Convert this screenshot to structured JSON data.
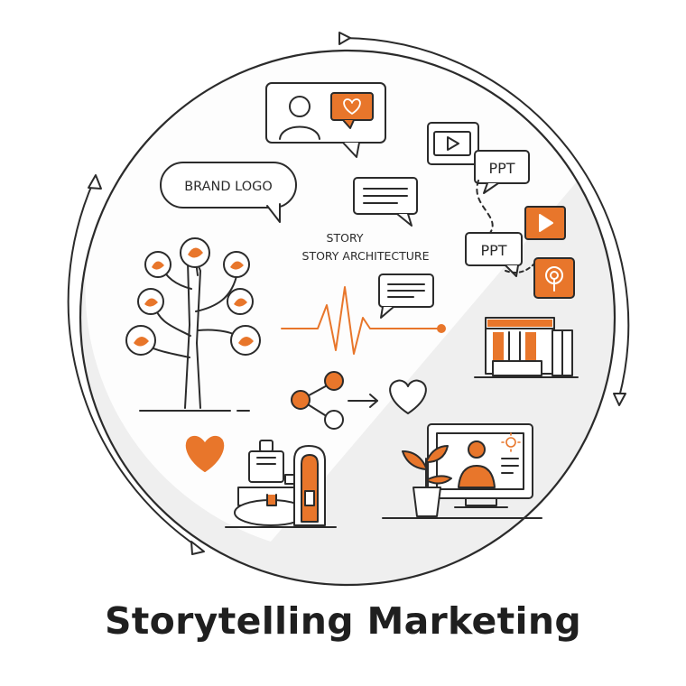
{
  "illustration": {
    "brand_logo_label": "BRAND LOGO",
    "story_label": "STORY",
    "story_architecture_label": "STORY ARCHITECTURE",
    "ppt_label_1": "PPT",
    "ppt_label_2": "PPT"
  },
  "caption": "Storytelling Marketing",
  "colors": {
    "accent": "#e8762b",
    "stroke": "#2b2b2b",
    "disc": "#efefef",
    "text": "#1f1f1f"
  },
  "icons": [
    "circular-arrow-icon",
    "person-avatar-icon",
    "heart-icon",
    "chat-bubble-icon",
    "video-play-icon",
    "ppt-bubble-icon",
    "podcast-icon",
    "tree-icon",
    "heartbeat-line-icon",
    "share-icon",
    "arrow-right-icon",
    "bookshelf-icon",
    "monitor-presenter-icon",
    "potted-plant-icon",
    "sun-icon",
    "desk-objects-icon"
  ]
}
